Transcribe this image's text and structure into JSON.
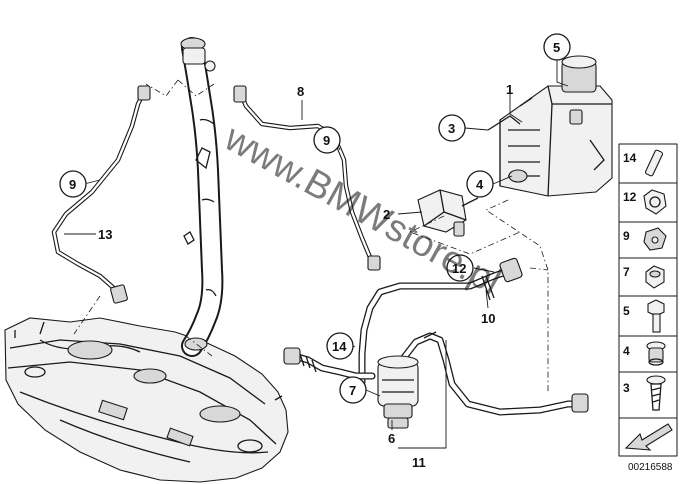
{
  "watermark": "www.BMWstore.pl",
  "diagram_id": "00216588",
  "callouts": {
    "c1": "1",
    "c2": "2",
    "c3": "3",
    "c4": "4",
    "c5": "5",
    "c6": "6",
    "c7": "7",
    "c8": "8",
    "c9a": "9",
    "c9b": "9",
    "c10": "10",
    "c11": "11",
    "c12": "12",
    "c13": "13",
    "c14": "14"
  },
  "side_panel": {
    "items": [
      "14",
      "12",
      "9",
      "7",
      "5",
      "4",
      "3"
    ]
  }
}
